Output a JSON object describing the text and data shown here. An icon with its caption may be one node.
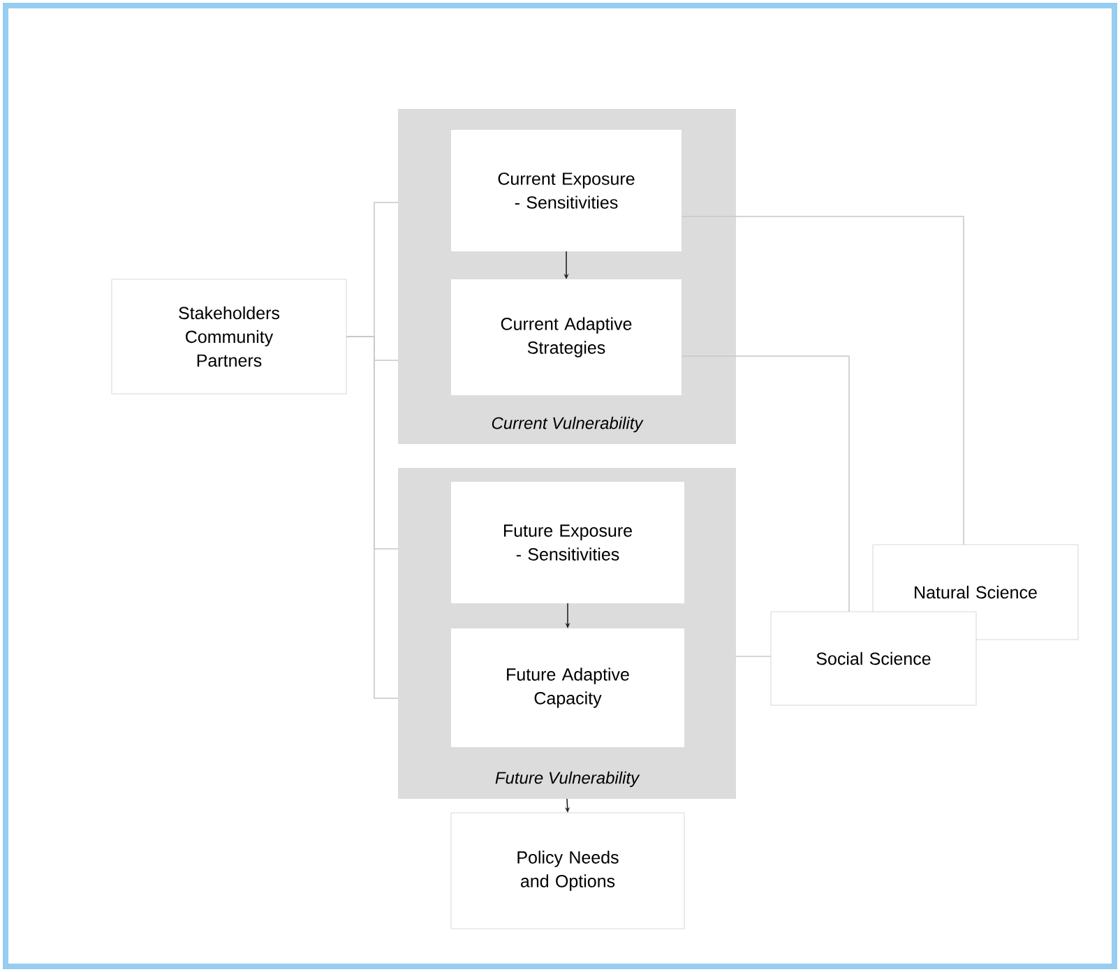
{
  "diagram": {
    "nodes": [
      {
        "text": [
          "Stakeholders Community Partners"
        ]
      },
      {
        "text": [
          "Current Vulnerability"
        ]
      },
      {
        "text": [
          "Current Exposure - Sensitivities"
        ],
        "in": 1
      },
      {
        "text": [
          "Current Adaptive Strategies"
        ],
        "in": 1
      },
      {
        "text": [
          "Future Vulnerability"
        ]
      },
      {
        "text": [
          "Future Exposure - Sensitivities"
        ],
        "in": 4
      },
      {
        "text": [
          "Future Adaptive Capacity"
        ],
        "in": 4
      },
      {
        "text": [
          "Policy Needs and Options"
        ]
      },
      {
        "text": [
          "Natural Science"
        ]
      },
      {
        "text": [
          "Social Science"
        ]
      }
    ],
    "edges": [
      {
        "from": 2,
        "to": 3,
        "arrow": "to",
        "color": "#222222"
      },
      {
        "from": 5,
        "to": 6,
        "arrow": "to",
        "color": "#222222"
      },
      {
        "from": 4,
        "to": 7,
        "arrow": "to",
        "color": "#222222"
      },
      {
        "from": 0,
        "to": 1,
        "arrow": "none"
      },
      {
        "from": 0,
        "to": 1,
        "arrow": "none"
      },
      {
        "from": 0,
        "to": 4,
        "arrow": "none"
      },
      {
        "from": 0,
        "to": 4,
        "arrow": "none"
      },
      {
        "from": 2,
        "to": 8,
        "arrow": "none"
      },
      {
        "from": 3,
        "to": 9,
        "arrow": "none"
      },
      {
        "from": 4,
        "to": 9,
        "arrow": "none"
      }
    ]
  }
}
